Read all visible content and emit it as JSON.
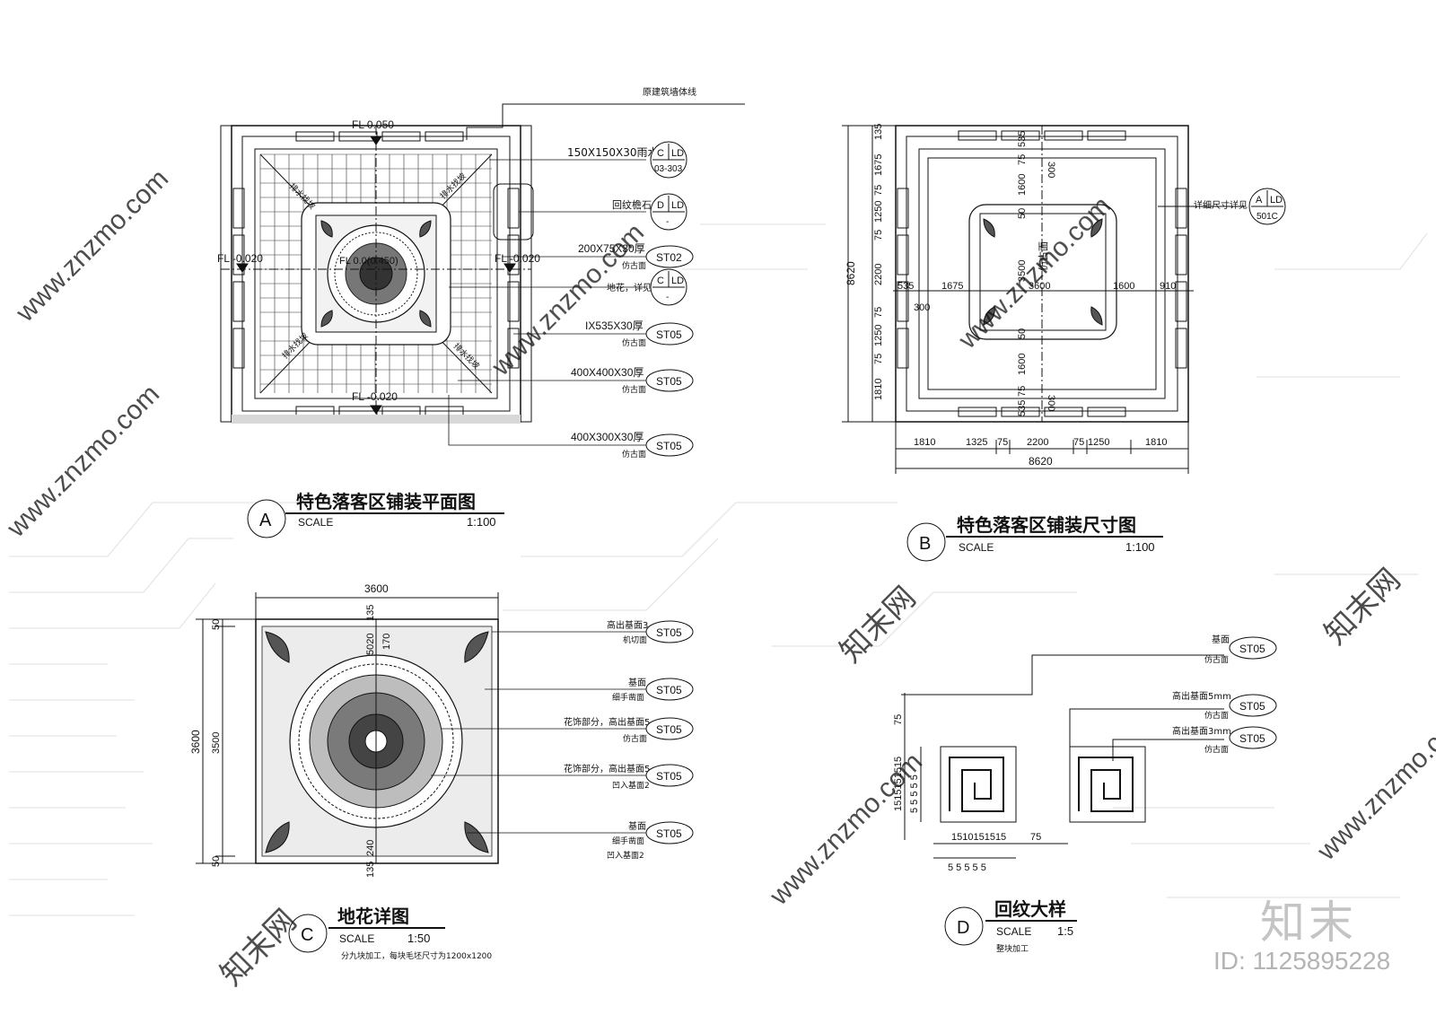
{
  "drawing_a": {
    "title": "特色落客区铺装平面图",
    "scale_label": "SCALE",
    "scale": "1:100",
    "marker": "A",
    "top_note": "原建筑墙体线",
    "levels": [
      "FL 0.050",
      "FL -0.020",
      "FL -0.020",
      "FL -0.020"
    ],
    "center_level": "FL 0.0(0.450)",
    "diag_labels": [
      "排水找坡",
      "排水找坡",
      "排水找坡",
      "排水找坡"
    ],
    "callouts": [
      {
        "line1": "150X150X30雨水口",
        "line2": "",
        "ref_top": "C",
        "ref_right": "LD",
        "ref_bottom": "03-303"
      },
      {
        "line1": "回纹檐石",
        "line2": "",
        "ref_top": "D",
        "ref_right": "LD",
        "ref_bottom": "-"
      },
      {
        "line1": "200X75X30厚",
        "line2": "仿古面",
        "tag": "ST02"
      },
      {
        "line1": "地花，详见",
        "line2": "",
        "ref_top": "C",
        "ref_right": "LD",
        "ref_bottom": "-"
      },
      {
        "line1": "IX535X30厚",
        "line2": "仿古面",
        "tag": "ST05"
      },
      {
        "line1": "400X400X30厚",
        "line2": "仿古面",
        "tag": "ST05"
      },
      {
        "line1": "400X300X30厚",
        "line2": "仿古面",
        "tag": "ST05"
      }
    ]
  },
  "drawing_b": {
    "title": "特色落客区铺装尺寸图",
    "scale_label": "SCALE",
    "scale": "1:100",
    "marker": "B",
    "center_text": "仿古面",
    "detail_note": "详细尺寸详见",
    "ref_top": "A",
    "ref_right": "LD",
    "ref_bottom": "501C",
    "left_dims": [
      "135",
      "1675",
      "75",
      "1250",
      "75",
      "2200",
      "75",
      "1250",
      "75",
      "1810"
    ],
    "overall_left": "8620",
    "bottom_dims": [
      "1810",
      "1325",
      "75",
      "2200",
      "75",
      "1250",
      "1810"
    ],
    "overall_bottom": "8620",
    "mid_dims": [
      "535",
      "1675",
      "3600",
      "1600",
      "910"
    ],
    "mid_small": "300",
    "vert_dims": [
      "535",
      "75",
      "1600",
      "50",
      "3500",
      "50",
      "1600",
      "75",
      "535"
    ],
    "vert_inner": [
      "300",
      "300"
    ]
  },
  "drawing_c": {
    "title": "地花详图",
    "scale_label": "SCALE",
    "scale": "1:50",
    "marker": "C",
    "note": "分九块加工，每块毛坯尺寸为1200x1200",
    "top_dim": "3600",
    "left_dims": [
      "50",
      "3500",
      "50"
    ],
    "overall_left": "3600",
    "inner_dims_top": [
      "135",
      "5020",
      "170"
    ],
    "inner_dims_bottom": [
      "240",
      "135"
    ],
    "callouts": [
      {
        "line1": "高出基面3",
        "line2": "机切面",
        "tag": "ST05"
      },
      {
        "line1": "基面",
        "line2": "细手凿面",
        "tag": "ST05"
      },
      {
        "line1": "花饰部分，高出基面5",
        "line2": "仿古面",
        "tag": "ST05"
      },
      {
        "line1": "花饰部分，高出基面5",
        "line2": "凹入基面2",
        "tag": "ST05"
      },
      {
        "line1": "基面",
        "line2": "细手凿面",
        "line3": "凹入基面2",
        "tag": "ST05"
      }
    ]
  },
  "drawing_d": {
    "title": "回纹大样",
    "scale_label": "SCALE",
    "scale": "1:5",
    "marker": "D",
    "note": "整块加工",
    "callouts": [
      {
        "line1": "基面",
        "line2": "仿古面",
        "tag": "ST05"
      },
      {
        "line1": "高出基面5mm",
        "line2": "仿古面",
        "tag": "ST05"
      },
      {
        "line1": "高出基面3mm",
        "line2": "仿古面",
        "tag": "ST05"
      }
    ],
    "dim_75_top": "75",
    "dim_stack": "1515151515",
    "dim_5s": "5 5 5 5 5",
    "dim_bottom_row": "1510151515",
    "dim_bottom_75": "75",
    "dim_bottom_5s": "5  5   5  5   5"
  },
  "watermarks": {
    "site": "www.znzmo.com",
    "brand_cn": "知末网"
  },
  "brand_logo": "知末",
  "image_id": "ID: 1125895228",
  "colors": {
    "line": "#111111",
    "watermark": "#c8c8c8",
    "ghost_lines": "#d8d8d8"
  }
}
